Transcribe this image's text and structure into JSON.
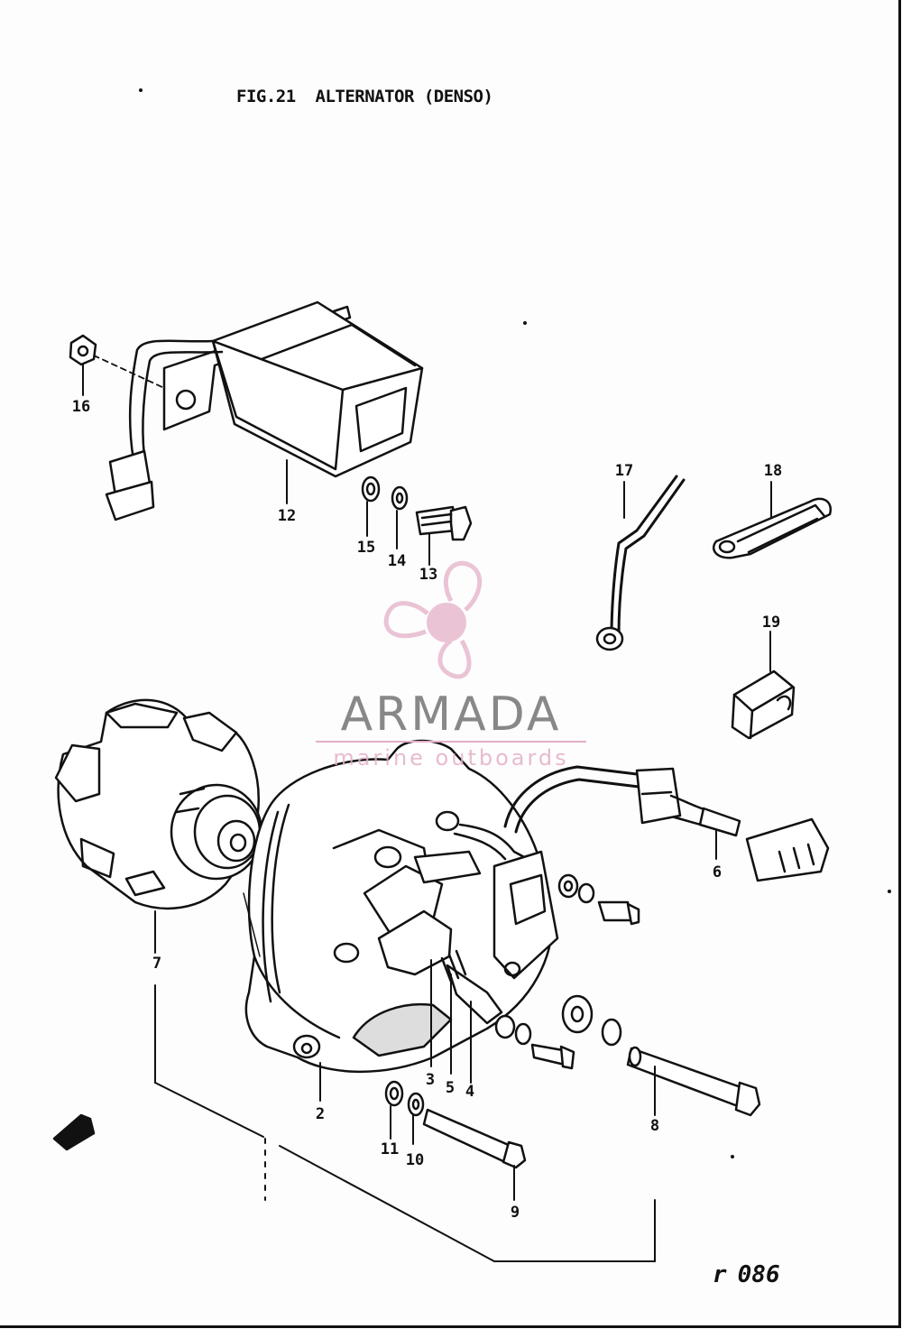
{
  "figure": {
    "title": "FIG.21  ALTERNATOR (DENSO)",
    "page_ref": "086"
  },
  "watermark": {
    "brand": "ARMADA",
    "tagline": "marine outboards",
    "color": "#e4b0c8"
  },
  "callouts": [
    {
      "id": "p1",
      "label": "16"
    },
    {
      "id": "p2",
      "label": "12"
    },
    {
      "id": "p3",
      "label": "15"
    },
    {
      "id": "p4",
      "label": "14"
    },
    {
      "id": "p5",
      "label": "13"
    },
    {
      "id": "p6",
      "label": "17"
    },
    {
      "id": "p7",
      "label": "18"
    },
    {
      "id": "p8",
      "label": "19"
    },
    {
      "id": "p9",
      "label": "6"
    },
    {
      "id": "p10",
      "label": "7"
    },
    {
      "id": "p11",
      "label": "3"
    },
    {
      "id": "p12",
      "label": "5"
    },
    {
      "id": "p13",
      "label": "4"
    },
    {
      "id": "p14",
      "label": "2"
    },
    {
      "id": "p15",
      "label": "11"
    },
    {
      "id": "p16",
      "label": "10"
    },
    {
      "id": "p17",
      "label": "9"
    },
    {
      "id": "p18",
      "label": "8"
    }
  ]
}
